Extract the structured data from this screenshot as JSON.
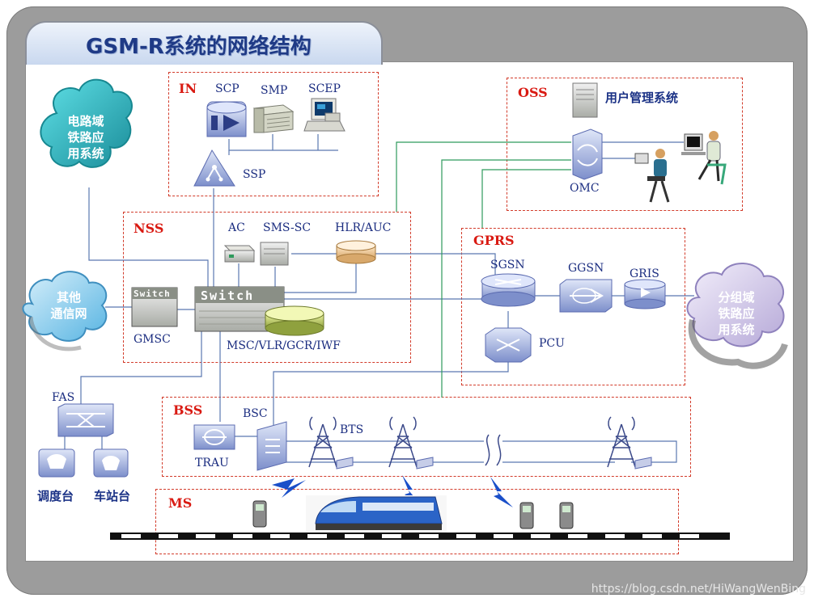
{
  "title": "GSM-R系统的网络结构",
  "regions": {
    "in": "IN",
    "oss": "OSS",
    "nss": "NSS",
    "gprs": "GPRS",
    "bss": "BSS",
    "ms": "MS"
  },
  "nodes": {
    "scp": "SCP",
    "smp": "SMP",
    "scep": "SCEP",
    "ssp": "SSP",
    "omc": "OMC",
    "user_mgmt": "用户管理系统",
    "ac": "AC",
    "sms_sc": "SMS-SC",
    "hlr_auc": "HLR/AUC",
    "gmsc": "GMSC",
    "msc_vlr": "MSC/VLR/GCR/IWF",
    "switch_big": "Switch",
    "switch_small": "Switch",
    "sgsn": "SGSN",
    "ggsn": "GGSN",
    "gris": "GRIS",
    "pcu": "PCU",
    "fas": "FAS",
    "bsc": "BSC",
    "trau": "TRAU",
    "bts": "BTS",
    "dispatcher": "调度台",
    "station": "车站台"
  },
  "clouds": {
    "circuit": [
      "电路域",
      "铁路应",
      "用系统"
    ],
    "other": [
      "其他",
      "通信网"
    ],
    "packet": [
      "分组域",
      "铁路应",
      "用系统"
    ]
  },
  "watermark": "https://blog.csdn.net/HiWangWenBing",
  "colors": {
    "region_border": "#d23b2a",
    "region_label": "#d91a12",
    "node_label": "#1b2d80",
    "link_blue": "#5a78b0",
    "link_green": "#2e9a5c",
    "title": "#1f3a86"
  }
}
